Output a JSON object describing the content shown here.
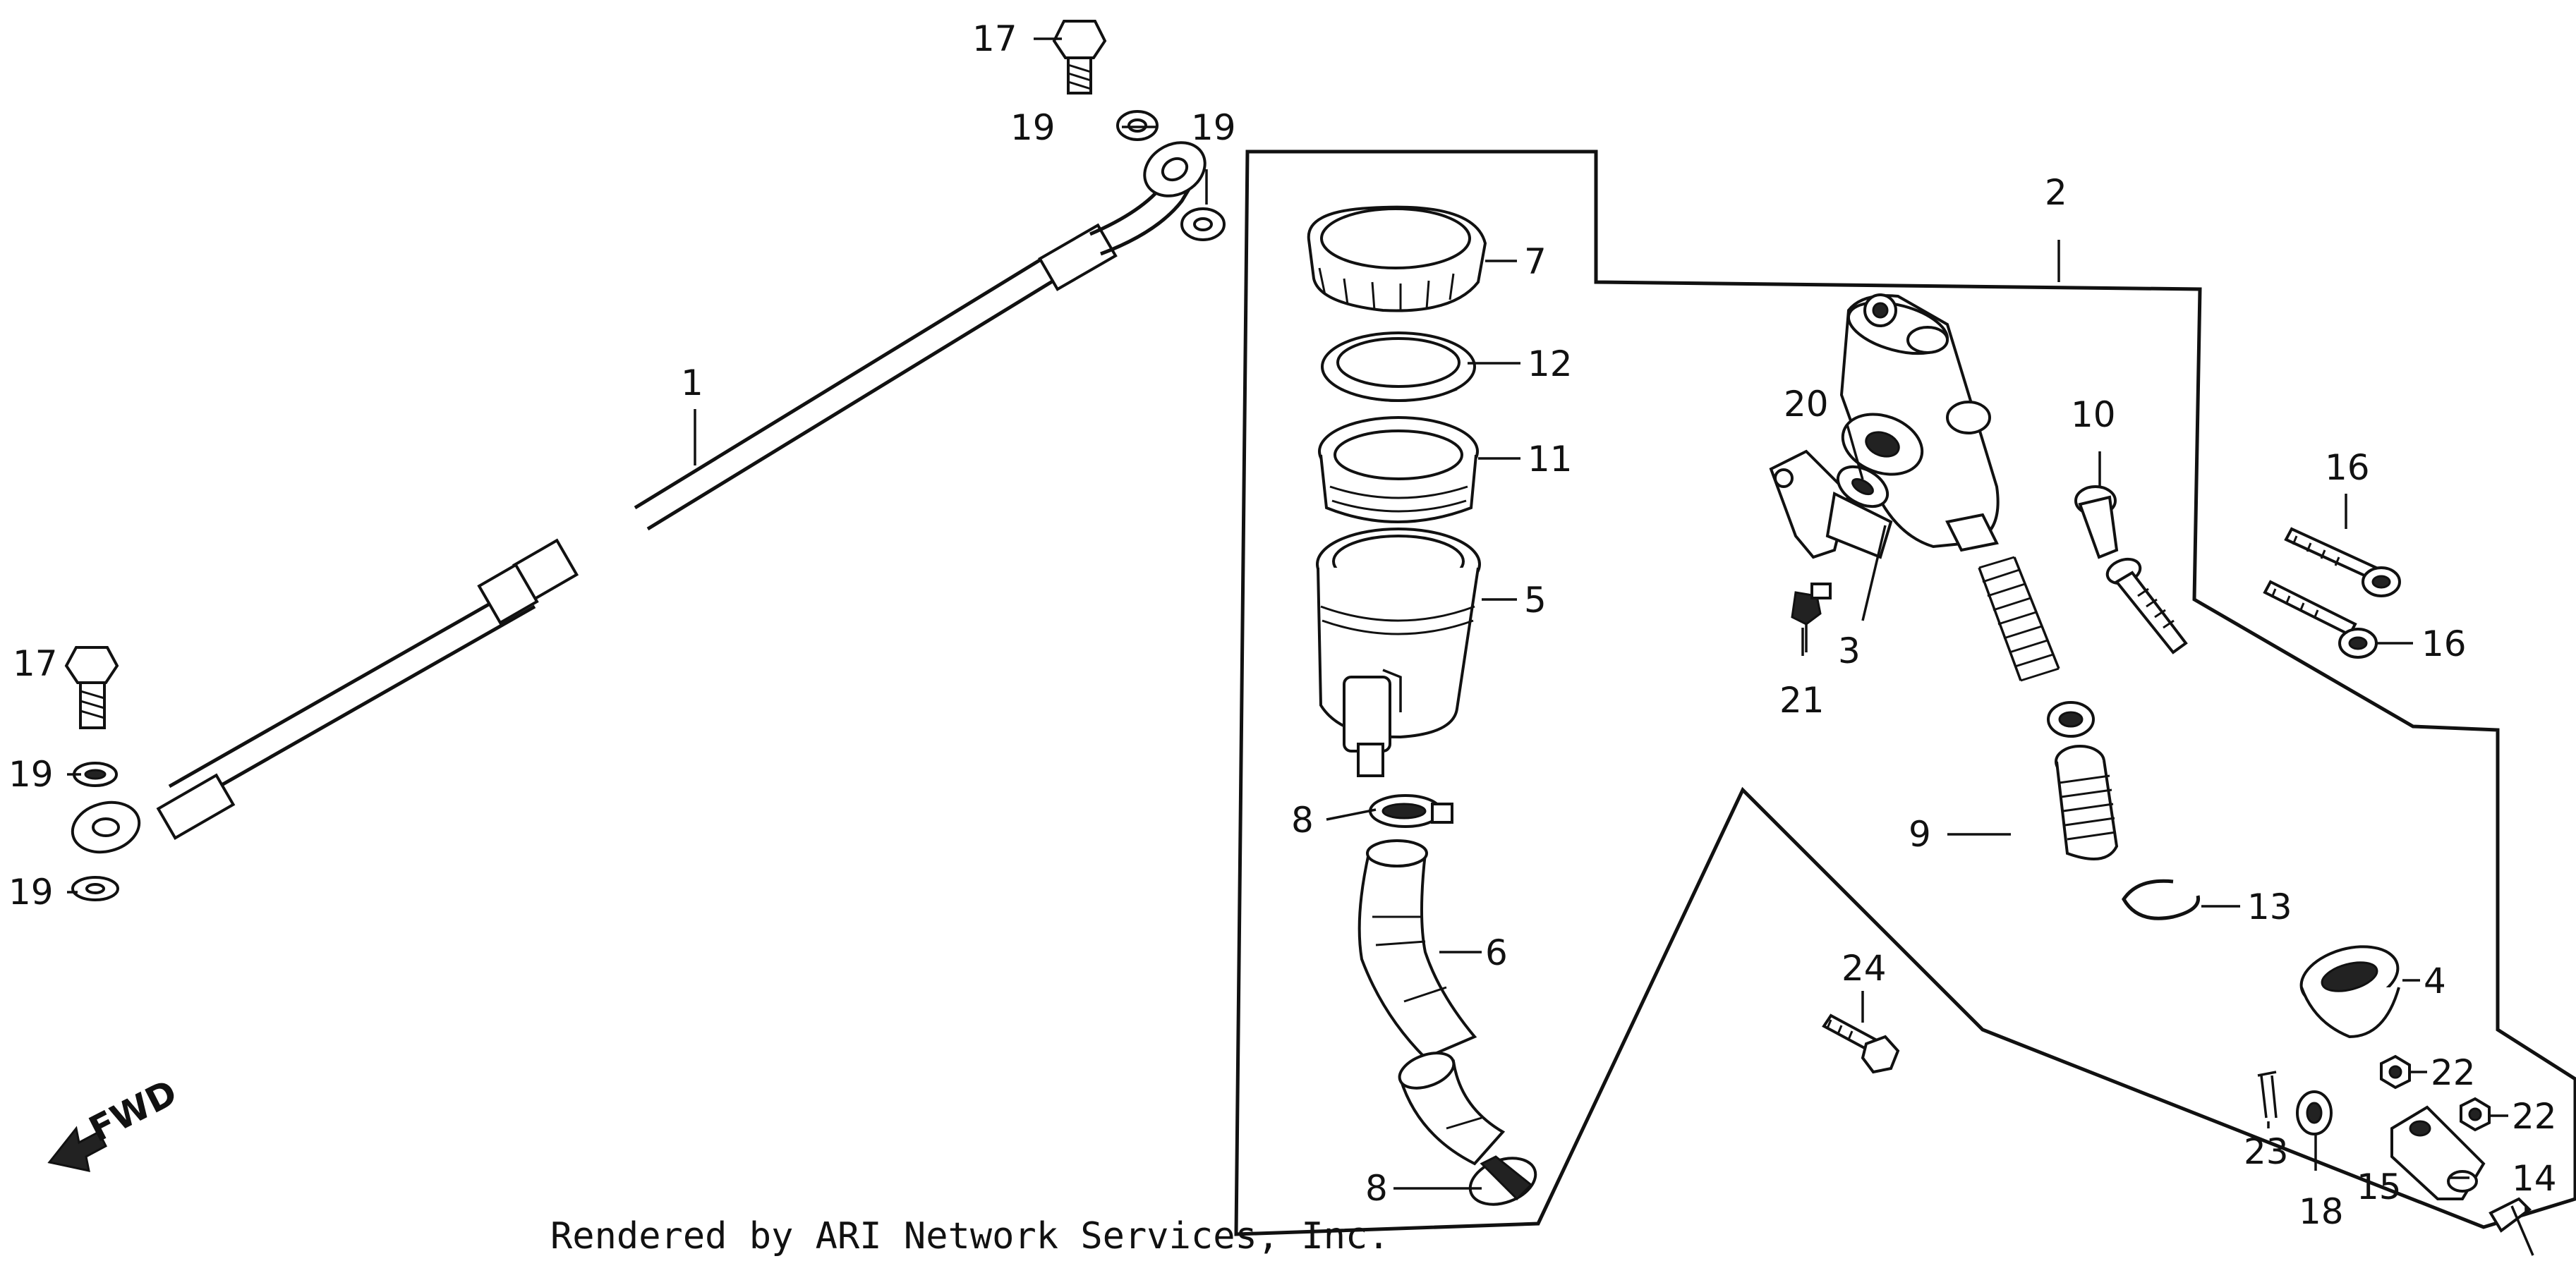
{
  "callouts": {
    "c1": "1",
    "c2": "2",
    "c3": "3",
    "c4": "4",
    "c5": "5",
    "c6": "6",
    "c7": "7",
    "c8a": "8",
    "c8b": "8",
    "c9": "9",
    "c10": "10",
    "c11": "11",
    "c12": "12",
    "c13": "13",
    "c14": "14",
    "c15": "15",
    "c16a": "16",
    "c16b": "16",
    "c17a": "17",
    "c17b": "17",
    "c18": "18",
    "c19a": "19",
    "c19b": "19",
    "c19c": "19",
    "c19d": "19",
    "c20": "20",
    "c21": "21",
    "c22a": "22",
    "c22b": "22",
    "c23": "23",
    "c24": "24"
  },
  "fwd_label": "FWD",
  "credit": "Rendered by ARI Network Services, Inc."
}
